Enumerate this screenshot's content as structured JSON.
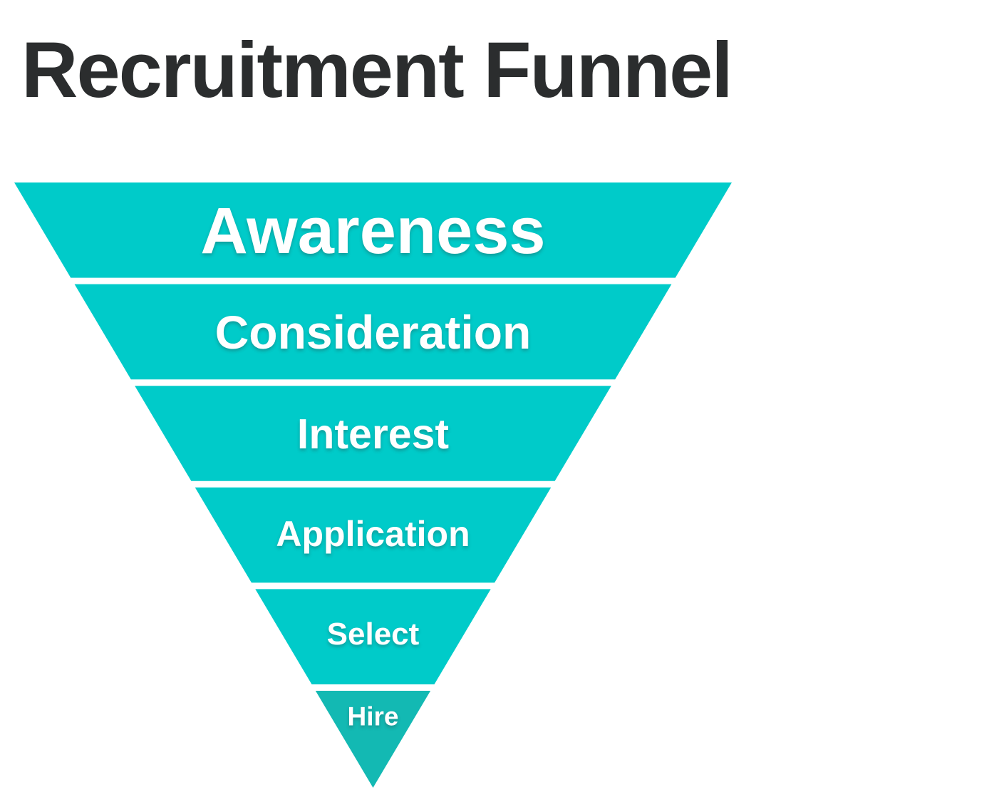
{
  "title": "Recruitment Funnel",
  "diagram": {
    "type": "funnel",
    "orientation": "inverted-pyramid",
    "stages": [
      {
        "label": "Awareness"
      },
      {
        "label": "Consideration"
      },
      {
        "label": "Interest"
      },
      {
        "label": "Application"
      },
      {
        "label": "Select"
      },
      {
        "label": "Hire"
      }
    ],
    "colors": {
      "stage_fill": "#00CBC9",
      "final_stage_fill": "#13B9B3",
      "label_text": "#FFFFFF",
      "title_text": "#2B2D2E",
      "background": "#FFFFFF"
    }
  }
}
